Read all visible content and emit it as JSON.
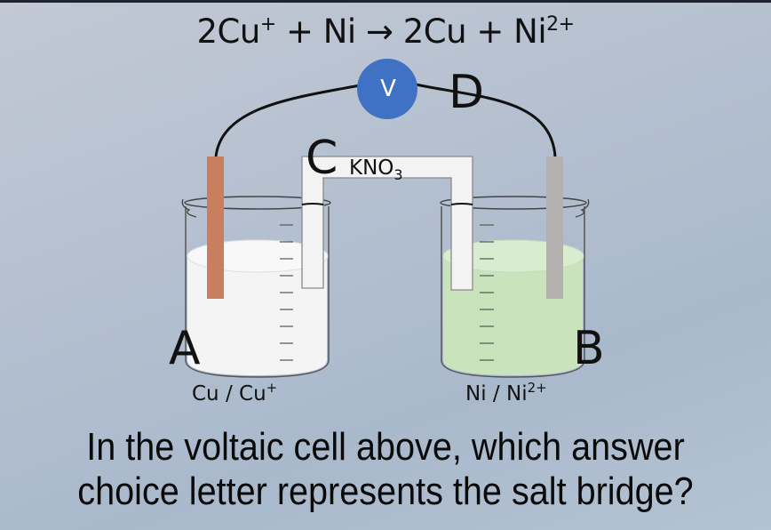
{
  "equation": {
    "reactant1": "2Cu",
    "reactant1_charge": "+",
    "plus1": "+",
    "reactant2": "Ni",
    "arrow": "→",
    "product1": "2Cu",
    "plus2": "+",
    "product2": "Ni",
    "product2_charge": "2+"
  },
  "diagram": {
    "voltmeter_label": "V",
    "voltmeter_color": "#3f72c4",
    "salt_bridge_formula": "KNO",
    "salt_bridge_subscript": "3",
    "letters": {
      "a": "A",
      "b": "B",
      "c": "C",
      "d": "D"
    },
    "left_beaker": {
      "element": "Cu",
      "separator": " / ",
      "ion": "Cu",
      "ion_charge": "+",
      "solution_color": "#f4f4f4",
      "electrode_color": "#c97f5f"
    },
    "right_beaker": {
      "element": "Ni",
      "separator": " / ",
      "ion": "Ni",
      "ion_charge": "2+",
      "solution_color": "#c9e3bc",
      "electrode_color": "#b4b0b0"
    }
  },
  "question": {
    "line1": "In the voltaic cell above, which answer",
    "line2": "choice letter represents the salt bridge?"
  }
}
